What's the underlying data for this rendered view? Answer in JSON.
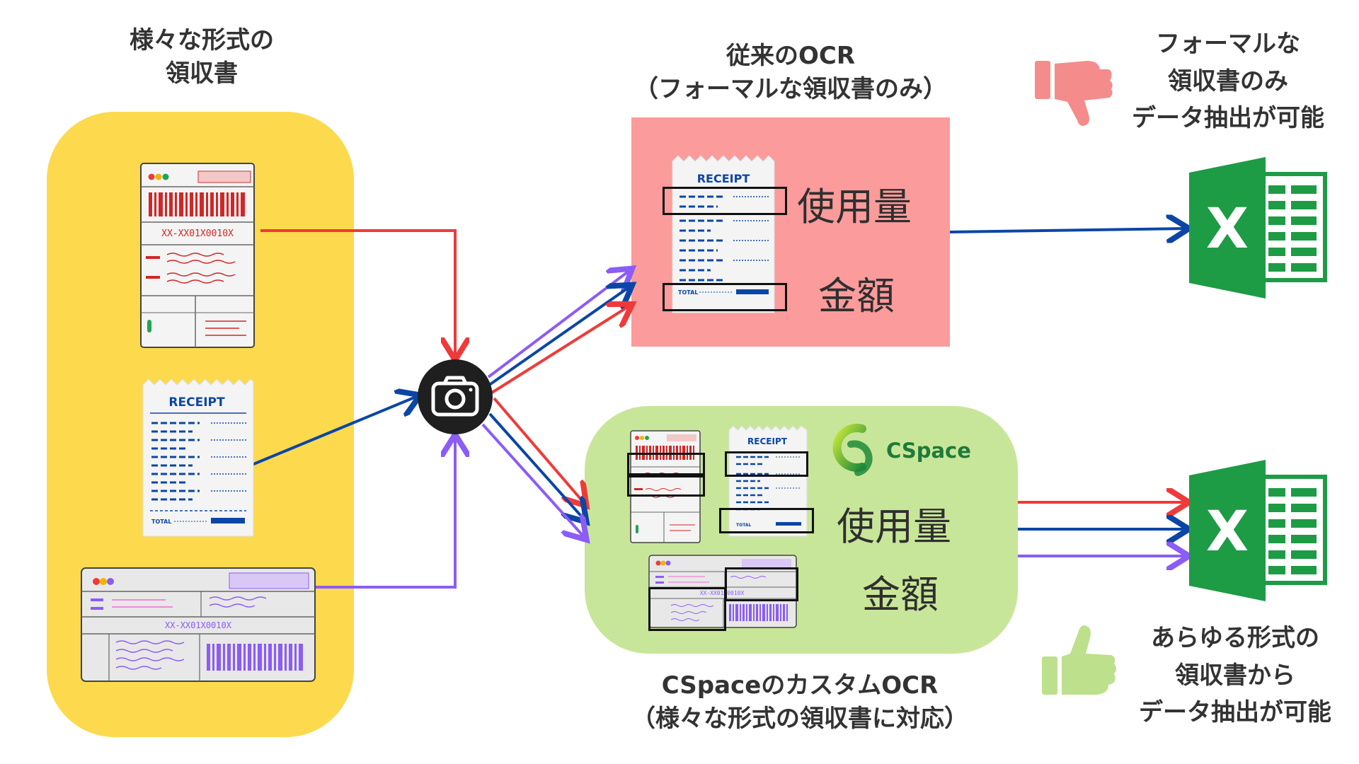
{
  "source_label": {
    "line1": "様々な形式の",
    "line2": "領収書"
  },
  "traditional_ocr": {
    "title": "従来のOCR",
    "subtitle": "（フォーマルな領収書のみ）",
    "field_usage": "使用量",
    "field_amount": "金額",
    "result_line1": "フォーマルな",
    "result_line2": "領収書のみ",
    "result_line3": "データ抽出が可能"
  },
  "custom_ocr": {
    "title": "CSpaceのカスタムOCR",
    "subtitle": "（様々な形式の領収書に対応）",
    "field_usage": "使用量",
    "field_amount": "金額",
    "result_line1": "あらゆる形式の",
    "result_line2": "領収書から",
    "result_line3": "データ抽出が可能"
  },
  "brand": {
    "name": "CSpace"
  },
  "receipts": {
    "invoice_code": "XX-XX01X0010X",
    "receipt_heading": "RECEIPT",
    "total_label": "TOTAL"
  },
  "icons": {
    "camera": "camera-icon",
    "thumbs_down": "thumbs-down-icon",
    "thumbs_up": "thumbs-up-icon",
    "excel": "excel-icon",
    "logo": "cspace-logo"
  },
  "colors": {
    "yellow_panel": "#fdd94e",
    "pink_panel": "#fc9b9b",
    "green_panel": "#c8e699",
    "arrow_red": "#ef3a3a",
    "arrow_blue": "#0b46a6",
    "arrow_purple": "#8b5cf6",
    "excel_green": "#1e9b45",
    "thumbs_down": "#f48c8c",
    "thumbs_up": "#bde08c"
  }
}
